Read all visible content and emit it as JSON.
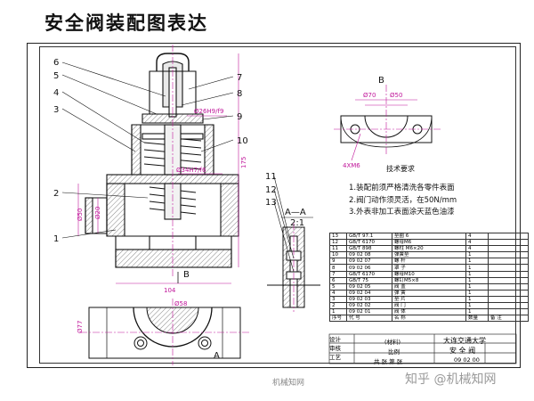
{
  "title": "安全阀装配图表达",
  "part_labels": [
    "1",
    "2",
    "3",
    "4",
    "5",
    "6",
    "7",
    "8",
    "9",
    "10",
    "11",
    "12",
    "13"
  ],
  "dimensions": {
    "fit_top": "Ø26H9/f9",
    "fit_mid": "Ø34H7/f6",
    "overall_h": "175",
    "base_w": "104",
    "left_d": "Ø20",
    "side_d": "Ø50",
    "bottom_d": "Ø77",
    "plan_d": "Ø58",
    "top_view_d": "Ø50",
    "top_view_d2": "Ø70",
    "holes": "4XM6"
  },
  "section_marks": {
    "section": "A—A",
    "scale": "2:1",
    "view_b": "B",
    "arrow_a": "A",
    "arrow_b": "B"
  },
  "tech": {
    "heading": "技术要求",
    "items": [
      "1.装配前须严格清洗各零件表面",
      "2.阀门动作须灵活，在50N/mm",
      "3.外表非加工表面涂天蓝色油漆"
    ]
  },
  "bom": {
    "rows": [
      [
        "13",
        "GB/T 97.1",
        "垫圈 6",
        "4",
        ""
      ],
      [
        "12",
        "GB/T 6170",
        "螺母M6",
        "4",
        ""
      ],
      [
        "11",
        "GB/T 898",
        "螺柱 M6×20",
        "4",
        ""
      ],
      [
        "10",
        "09 02 08",
        "弹簧垫",
        "1",
        ""
      ],
      [
        "9",
        "09 02 07",
        "螺  杆",
        "1",
        ""
      ],
      [
        "8",
        "09 02 06",
        "罩  子",
        "1",
        ""
      ],
      [
        "7",
        "GB/T 6170",
        "螺母M10",
        "1",
        ""
      ],
      [
        "6",
        "GB/T 75",
        "螺钉M5×8",
        "1",
        ""
      ],
      [
        "5",
        "09 02 05",
        "阀  盖",
        "1",
        ""
      ],
      [
        "4",
        "09 02 04",
        "弹  簧",
        "1",
        ""
      ],
      [
        "3",
        "09 02 03",
        "垫  片",
        "1",
        ""
      ],
      [
        "2",
        "09 02 02",
        "阀  门",
        "1",
        ""
      ],
      [
        "1",
        "09 02 01",
        "阀  体",
        "1",
        ""
      ]
    ],
    "header": [
      "序号",
      "代  号",
      "名    称",
      "数量",
      "备  注"
    ]
  },
  "title_block": {
    "school": "大连交通大学",
    "name": "安  全  阀",
    "code": "09 02 00",
    "ratio": "比例",
    "drawn": "设计",
    "check": "审核",
    "approve": "工艺",
    "sheet": "共  张  第  张",
    "mark": "(材料)"
  },
  "watermark_center": "机械知网",
  "watermark_right": "知乎 @机械知网"
}
